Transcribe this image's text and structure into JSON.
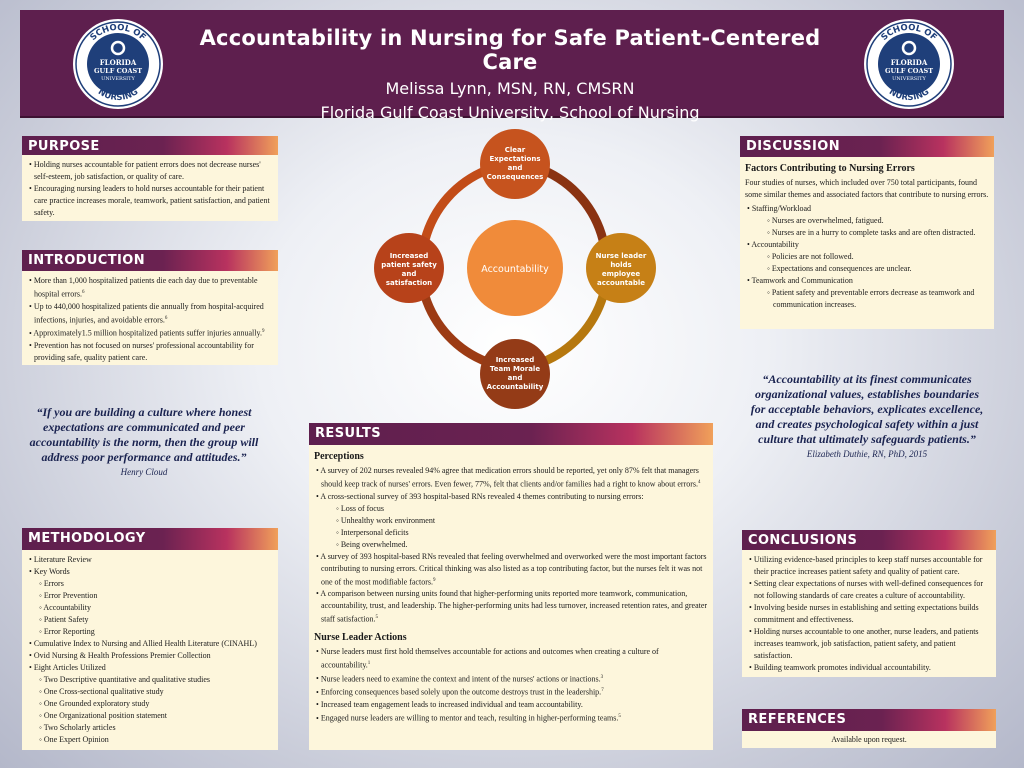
{
  "header": {
    "title": "Accountability in Nursing for Safe Patient-Centered Care",
    "author": "Melissa Lynn, MSN, RN, CMSRN",
    "institution": "Florida Gulf Coast University, School of Nursing",
    "logo": {
      "top": "SCHOOL OF",
      "line1": "FLORIDA",
      "line2": "GULF COAST",
      "line3": "UNIVERSITY",
      "bottom": "NURSING"
    }
  },
  "purpose": {
    "heading": "PURPOSE",
    "items": [
      "Holding nurses accountable for patient errors does not decrease nurses' self-esteem, job satisfaction, or quality of care.",
      "Encouraging nursing leaders to hold nurses accountable for their patient care practice increases morale, teamwork, patient satisfaction, and patient safety."
    ]
  },
  "introduction": {
    "heading": "INTRODUCTION",
    "items": [
      "More than 1,000 hospitalized patients die each day due to preventable hospital errors.",
      "Up to 440,000 hospitalized patients die annually from hospital-acquired infections, injuries, and avoidable errors.",
      "Approximately1.5 million hospitalized patients suffer injuries annually.",
      "Prevention has not focused on nurses' professional accountability for providing safe, quality patient care."
    ],
    "refs": [
      "6",
      "6",
      "9",
      ""
    ]
  },
  "quote_left": {
    "text": "“If you are building a culture where honest expectations are communicated and peer accountability is the norm, then the group will address poor performance and attitudes.”",
    "author": "Henry Cloud"
  },
  "quote_right": {
    "text": "“Accountability at its finest communicates organizational values, establishes boundaries for acceptable behaviors, explicates excellence, and creates psychological safety within a just culture that ultimately safeguards patients.”",
    "author": "Elizabeth Duthie, RN, PhD, 2015"
  },
  "diagram": {
    "center": "Accountability",
    "top": [
      "Clear",
      "Expectations",
      "and",
      "Consequences"
    ],
    "right": [
      "Nurse leader",
      "holds",
      "employee",
      "accountable"
    ],
    "bottom": [
      "Increased",
      "Team Morale",
      "and",
      "Accountability"
    ],
    "left": [
      "Increased",
      "patient safety",
      "and",
      "satisfaction"
    ]
  },
  "methodology": {
    "heading": "METHODOLOGY",
    "items": [
      {
        "level": 1,
        "text": "Literature Review"
      },
      {
        "level": 1,
        "text": "Key Words"
      },
      {
        "level": 2,
        "text": "Errors"
      },
      {
        "level": 2,
        "text": "Error Prevention"
      },
      {
        "level": 2,
        "text": "Accountability"
      },
      {
        "level": 2,
        "text": "Patient Safety"
      },
      {
        "level": 2,
        "text": "Error Reporting"
      },
      {
        "level": 1,
        "text": "Cumulative Index to Nursing and Allied Health Literature (CINAHL)"
      },
      {
        "level": 1,
        "text": "Ovid Nursing & Health Professions Premier Collection"
      },
      {
        "level": 1,
        "text": "Eight Articles Utilized"
      },
      {
        "level": 2,
        "text": "Two Descriptive quantitative and qualitative studies"
      },
      {
        "level": 2,
        "text": "One Cross-sectional qualitative study"
      },
      {
        "level": 2,
        "text": "One Grounded exploratory study"
      },
      {
        "level": 2,
        "text": "One Organizational position statement"
      },
      {
        "level": 2,
        "text": "Two Scholarly articles"
      },
      {
        "level": 2,
        "text": "One Expert Opinion"
      }
    ]
  },
  "results": {
    "heading": "RESULTS",
    "perceptions_heading": "Perceptions",
    "perceptions": [
      {
        "level": 1,
        "text": "A survey of 202 nurses revealed 94% agree that medication errors should be reported, yet only 87% felt that managers should keep track of nurses' errors. Even fewer, 77%, felt that clients and/or families had a right to know about errors.",
        "ref": "4"
      },
      {
        "level": 1,
        "text": "A cross-sectional survey of 393 hospital-based RNs revealed 4 themes contributing to nursing errors:",
        "ref": ""
      },
      {
        "level": 2,
        "text": "Loss of focus",
        "ref": ""
      },
      {
        "level": 2,
        "text": "Unhealthy work environment",
        "ref": ""
      },
      {
        "level": 2,
        "text": "Interpersonal deficits",
        "ref": ""
      },
      {
        "level": 2,
        "text": "Being overwhelmed.",
        "ref": ""
      },
      {
        "level": 1,
        "text": "A survey of 393 hospital-based RNs revealed that feeling overwhelmed and overworked were the most important factors contributing to nursing errors. Critical thinking was also listed as a top contributing factor, but the nurses felt it was not one of the most modifiable factors.",
        "ref": "9"
      },
      {
        "level": 1,
        "text": "A comparison between nursing units found that higher-performing units reported more teamwork, communication, accountability, trust, and leadership. The higher-performing units had less turnover, increased retention rates, and greater staff satisfaction.",
        "ref": "5"
      }
    ],
    "leader_heading": "Nurse Leader Actions",
    "leader": [
      {
        "text": "Nurse leaders must first hold themselves accountable for actions and outcomes when creating a culture of accountability.",
        "ref": "1"
      },
      {
        "text": "Nurse leaders need to examine the context and intent of the nurses' actions or inactions.",
        "ref": "3"
      },
      {
        "text": "Enforcing consequences based solely upon the outcome destroys trust in the leadership.",
        "ref": "7"
      },
      {
        "text": "Increased team engagement leads to increased individual and team accountability.",
        "ref": ""
      },
      {
        "text": "Engaged nurse leaders are willing to mentor and teach, resulting in higher-performing teams.",
        "ref": "5"
      }
    ]
  },
  "discussion": {
    "heading": "DISCUSSION",
    "subheading": "Factors Contributing to Nursing Errors",
    "intro": "Four studies of nurses, which included over 750 total participants, found some similar themes and associated factors that contribute to nursing errors.",
    "items": [
      {
        "level": 1,
        "text": "Staffing/Workload"
      },
      {
        "level": 2,
        "text": "Nurses are overwhelmed, fatigued."
      },
      {
        "level": 2,
        "text": "Nurses are in a hurry to complete tasks and are often distracted."
      },
      {
        "level": 1,
        "text": "Accountability"
      },
      {
        "level": 2,
        "text": "Policies are not followed."
      },
      {
        "level": 2,
        "text": "Expectations and consequences are unclear."
      },
      {
        "level": 1,
        "text": "Teamwork and Communication"
      },
      {
        "level": 2,
        "text": "Patient safety and preventable errors decrease as teamwork and communication increases."
      }
    ]
  },
  "conclusions": {
    "heading": "CONCLUSIONS",
    "items": [
      "Utilizing evidence-based principles to keep staff nurses accountable for their practice increases patient safety and quality of patient care.",
      "Setting clear expectations of nurses with well-defined consequences for not following standards of care creates a culture of accountability.",
      "Involving beside nurses in establishing and setting expectations builds commitment and effectiveness.",
      "Holding nurses accountable to one another, nurse leaders, and patients increases teamwork, job satisfaction, patient safety, and patient satisfaction.",
      "Building teamwork promotes individual accountability."
    ]
  },
  "references": {
    "heading": "REFERENCES",
    "text": "Available upon request."
  },
  "colors": {
    "header": "#5e1f4e",
    "panel": "#fdf6dc",
    "logo_blue": "#1f3f7a",
    "center_circle": "#f08b3a",
    "top_circle": "#c6531e",
    "right_circle": "#c68016",
    "bottom_circle": "#943b17",
    "left_circle": "#b7421a"
  }
}
